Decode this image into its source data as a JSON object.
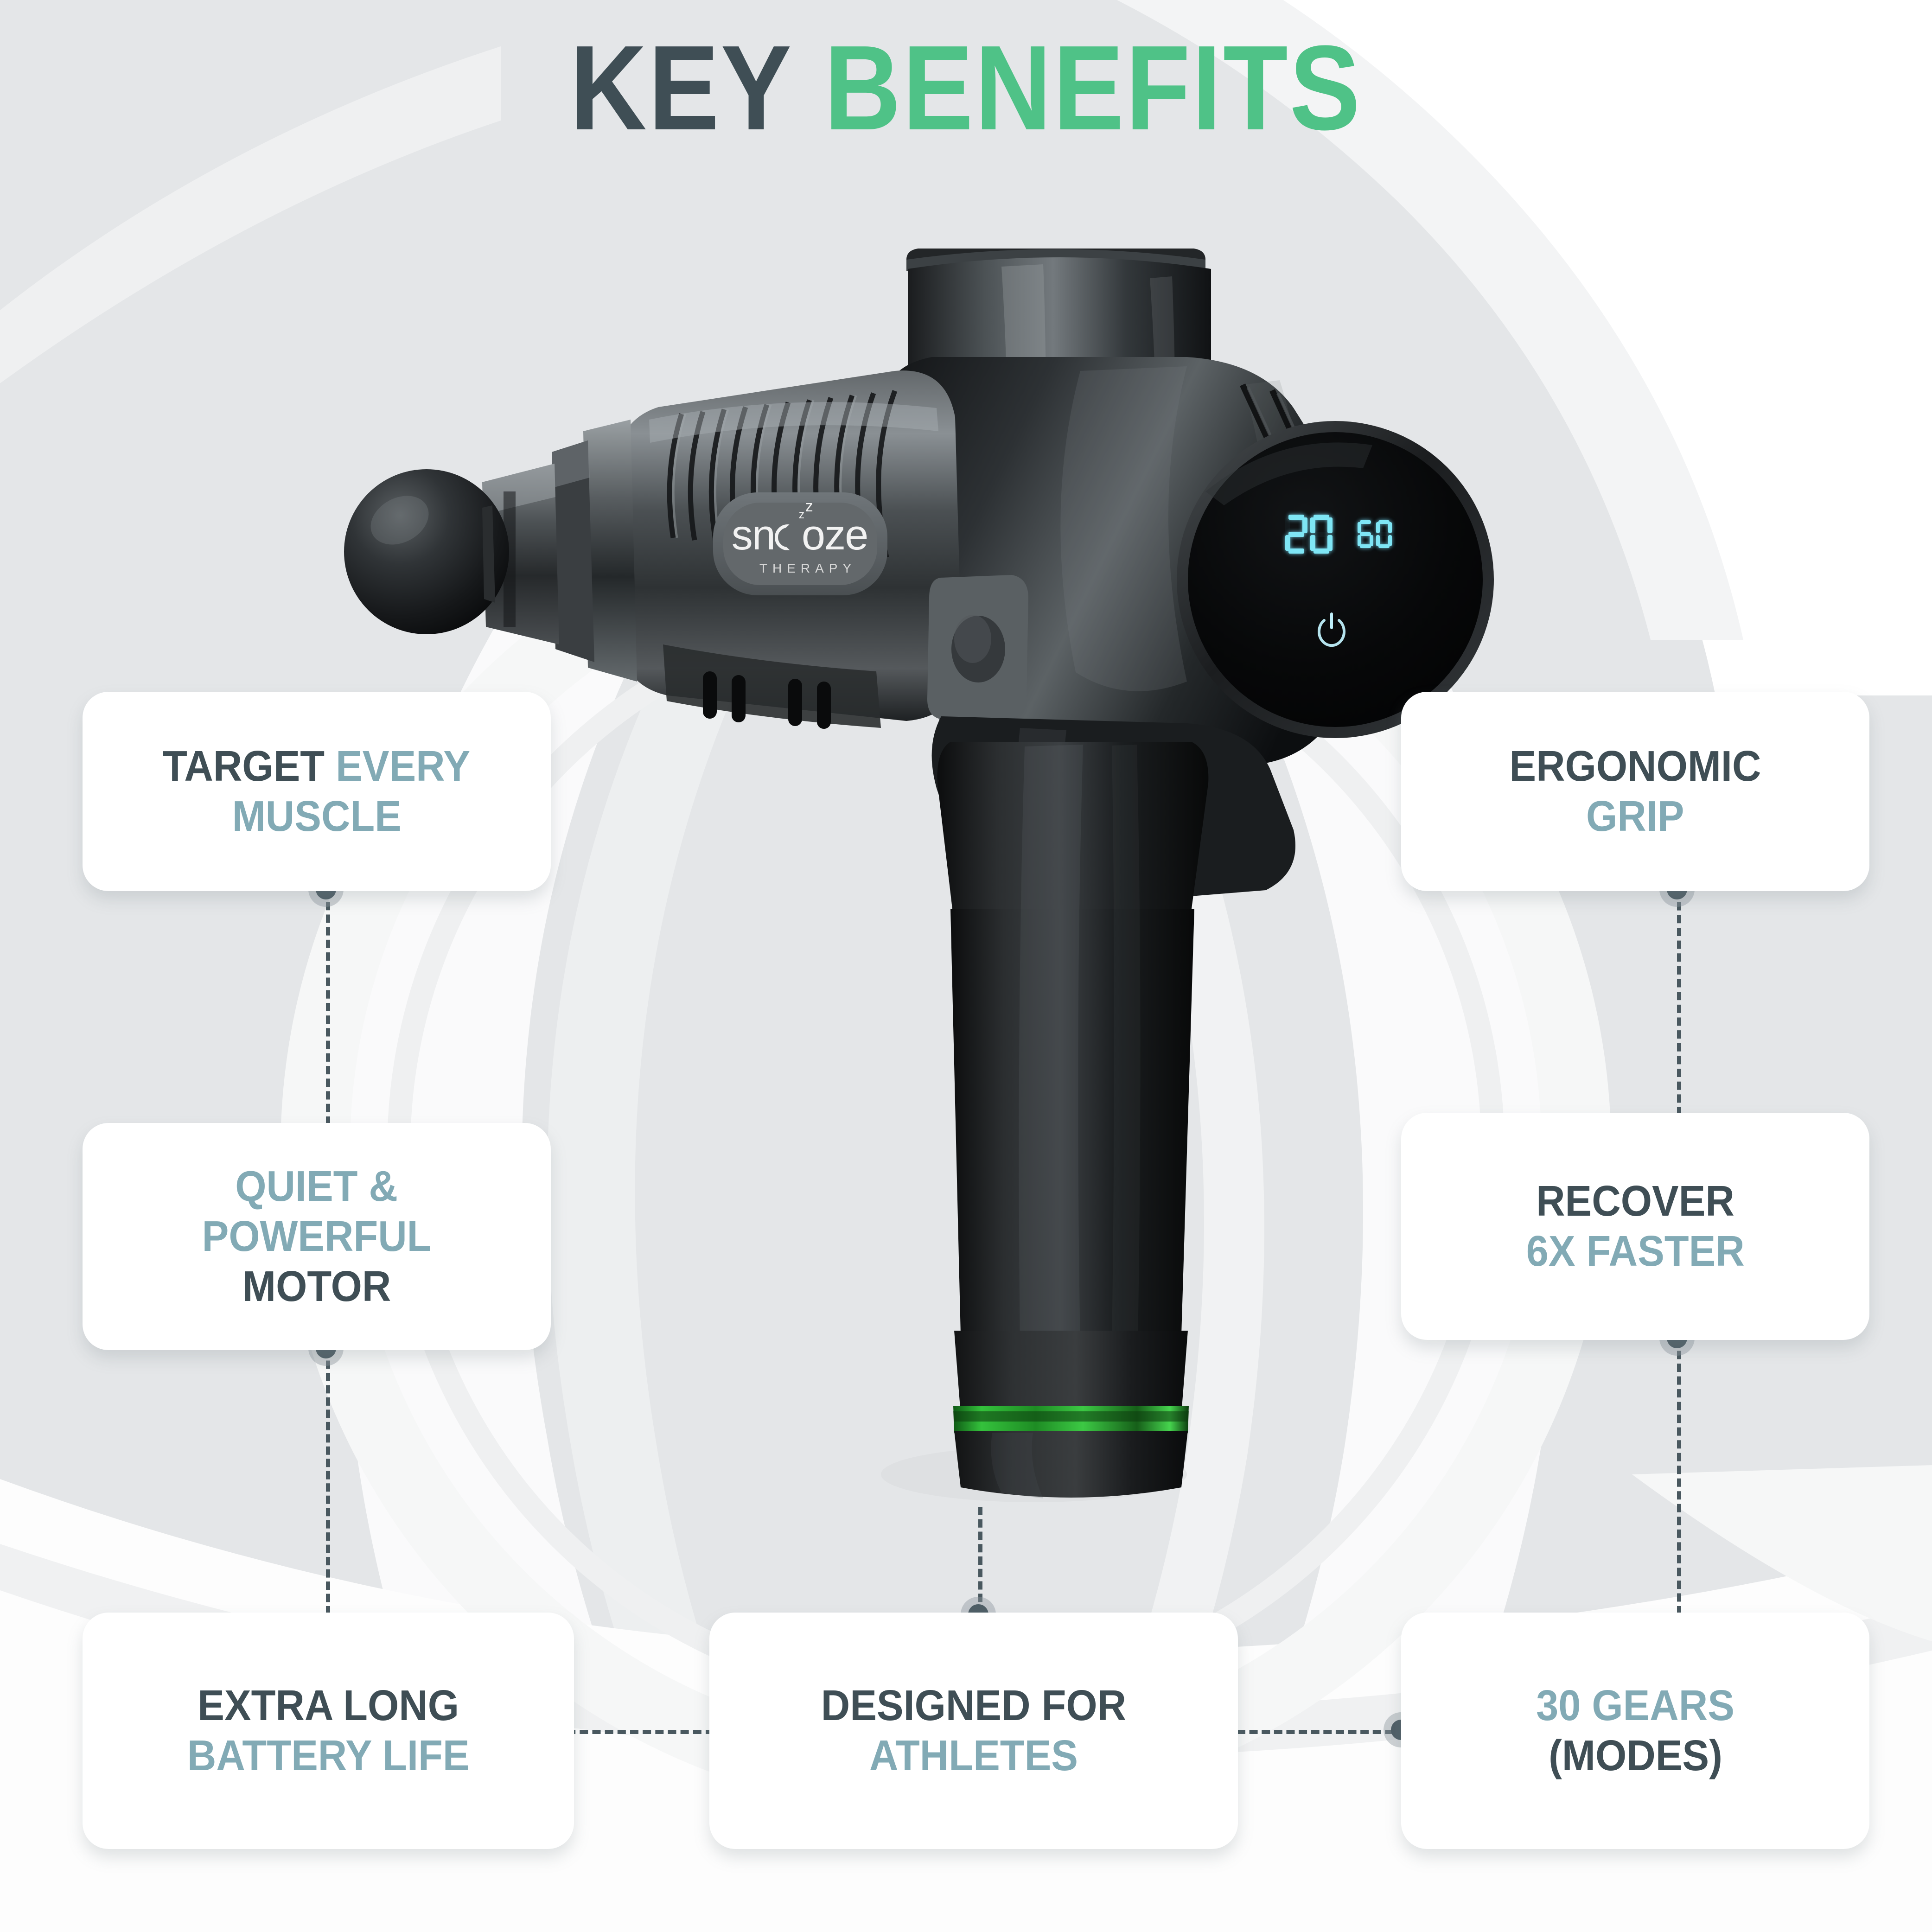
{
  "header": {
    "title_part_dark": "KEY",
    "title_part_green": "BENEFITS",
    "title_full": "KEY BENEFITS"
  },
  "colors": {
    "title_dark": "#3F4E55",
    "title_green": "#4FC287",
    "card_text_dark": "#3F4E55",
    "card_text_teal": "#82AAB5",
    "card_bg": "#FFFFFF",
    "page_bg": "#E4E6E8",
    "connector": "#49585F",
    "display_digits": "#7FE6F5",
    "handle_led": "#35C23A"
  },
  "product": {
    "name": "massage-gun",
    "brand_logo": {
      "wordmark_pre": "sn",
      "wordmark_post": "oze",
      "sub_wordmark": "THERAPY",
      "sleep_z_large": "z",
      "sleep_z_small": "z"
    },
    "display": {
      "speed_level": "20",
      "secondary_value": "60",
      "power_button": "power-icon"
    }
  },
  "cards": [
    {
      "id": "card-target",
      "name": "benefit-target-every-muscle",
      "lines": [
        {
          "text": "TARGET ",
          "style": "dark",
          "inline": true
        },
        {
          "text": "EVERY",
          "style": "teal",
          "inline": true
        },
        {
          "text": "MUSCLE",
          "style": "teal",
          "inline": false
        }
      ],
      "line1_dark": "TARGET",
      "line1_teal": "EVERY",
      "line2_teal": "MUSCLE"
    },
    {
      "id": "card-quiet",
      "name": "benefit-quiet-powerful-motor",
      "line1_teal": "QUIET &",
      "line2_teal": "POWERFUL",
      "line3_dark": "MOTOR"
    },
    {
      "id": "card-battery",
      "name": "benefit-extra-long-battery-life",
      "line1_dark": "EXTRA LONG",
      "line2_teal": "BATTERY LIFE"
    },
    {
      "id": "card-athletes",
      "name": "benefit-designed-for-athletes",
      "line1_dark": "DESIGNED FOR",
      "line2_teal": "ATHLETES"
    },
    {
      "id": "card-gears",
      "name": "benefit-30-gears-modes",
      "line1_teal": "30 GEARS",
      "line2_dark": "(MODES)"
    },
    {
      "id": "card-ergo",
      "name": "benefit-ergonomic-grip",
      "line1_dark": "ERGONOMIC",
      "line2_teal": "GRIP"
    },
    {
      "id": "card-recover",
      "name": "benefit-recover-6x-faster",
      "line1_dark": "RECOVER",
      "line2_teal": "6X FASTER"
    }
  ]
}
